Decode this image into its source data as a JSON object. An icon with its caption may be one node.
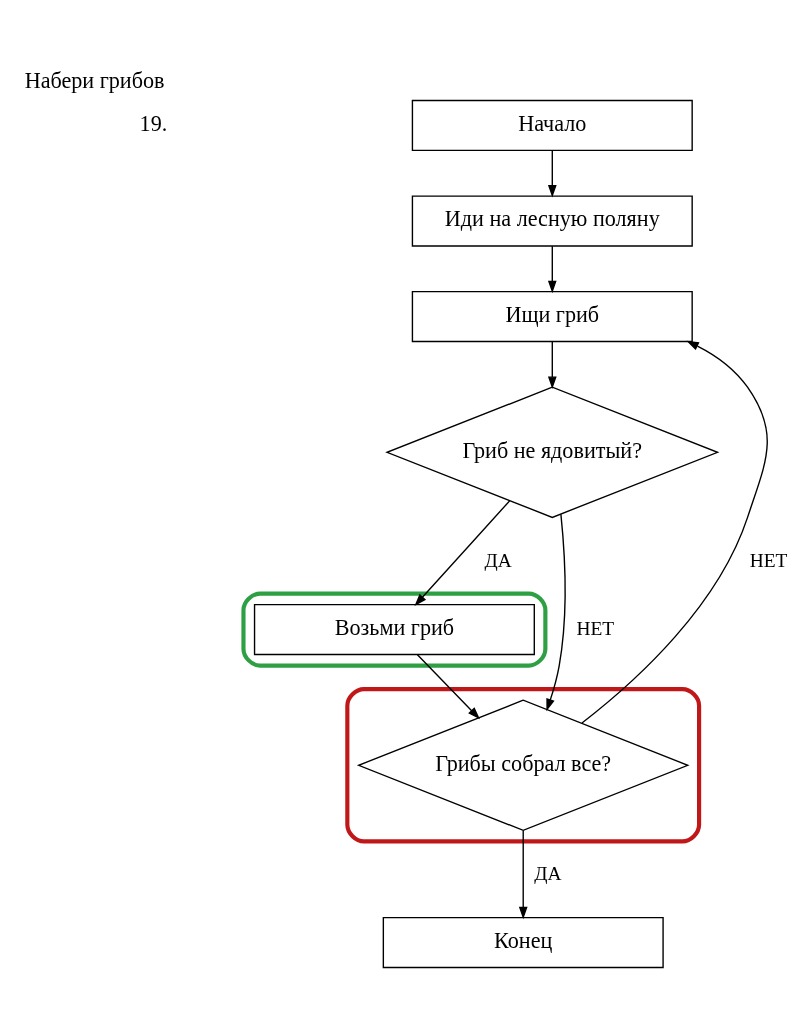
{
  "diagram": {
    "title": "Набери грибов",
    "nodes": [
      {
        "text": [
          "Начало"
        ]
      },
      {
        "text": [
          "Иди на лесную поляну"
        ]
      },
      {
        "text": [
          "Ищи гриб"
        ]
      },
      {
        "text": [
          "Гриб не ядовитый?"
        ]
      },
      {
        "text": [],
        "shape": "ellipse"
      },
      {
        "text": [
          "Возьми гриб"
        ],
        "in": 4
      },
      {
        "text": [],
        "shape": "ellipse"
      },
      {
        "text": [
          "Грибы собрал все?"
        ],
        "in": 6
      },
      {
        "text": [
          "Конец"
        ]
      }
    ],
    "edges": [
      {
        "from": 0,
        "to": 1,
        "arrow": "to"
      },
      {
        "from": 1,
        "to": 2,
        "arrow": "to"
      },
      {
        "from": 2,
        "to": 3,
        "arrow": "to"
      },
      {
        "from": 3,
        "to": 5,
        "arrow": "to",
        "label": "ДА"
      },
      {
        "from": 3,
        "to": 7,
        "arrow": "to",
        "label": "НЕТ"
      },
      {
        "from": 5,
        "to": 7,
        "arrow": "to"
      },
      {
        "from": 7,
        "to": 2,
        "arrow": "to",
        "label": "НЕТ"
      },
      {
        "from": 7,
        "to": 8,
        "arrow": "to",
        "label": "ДА"
      }
    ],
    "labels": [
      "19."
    ]
  }
}
